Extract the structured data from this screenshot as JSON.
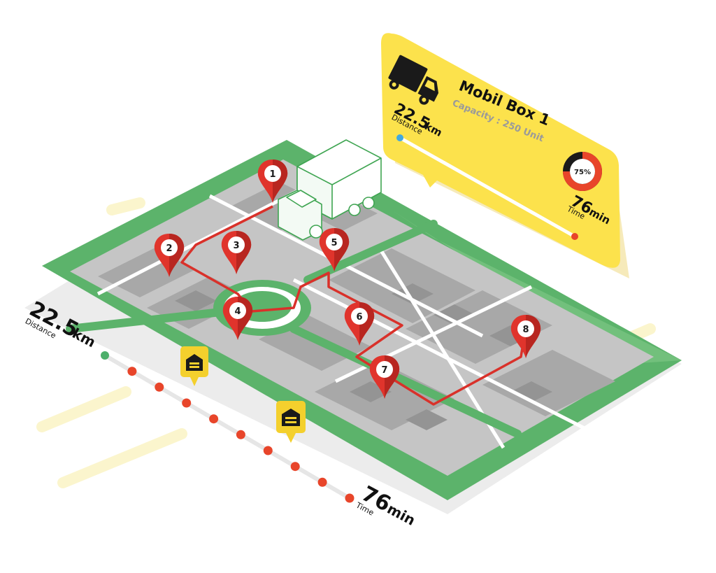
{
  "card": {
    "title": "Mobil Box 1",
    "capacity": "Capacity : 250 Unit",
    "distance_value": "22.5",
    "distance_unit": "km",
    "distance_label": "Distance",
    "time_value": "76",
    "time_unit": "min",
    "time_label": "Time",
    "gauge_label": "75%",
    "gauge_fraction": 0.75
  },
  "route": {
    "distance_value": "22.5",
    "distance_unit": "km",
    "distance_label": "Distance",
    "time_value": "76",
    "time_unit": "min",
    "time_label": "Time"
  },
  "stops": [
    "1",
    "2",
    "3",
    "4",
    "5",
    "6",
    "7",
    "8"
  ],
  "icons": {
    "truck": "truck-icon",
    "warehouse": "warehouse-icon",
    "pin": "map-pin-icon"
  },
  "colors": {
    "road_green": "#5cb36b",
    "map_gray": "#c2c2c2",
    "block_gray": "#a4a4a4",
    "pin_red": "#e0342c",
    "route_red": "#d9312a",
    "card_yellow": "#fce24c",
    "dot_green": "#4caf6a",
    "dot_red": "#e8452a",
    "dot_blue": "#41a9e0"
  }
}
